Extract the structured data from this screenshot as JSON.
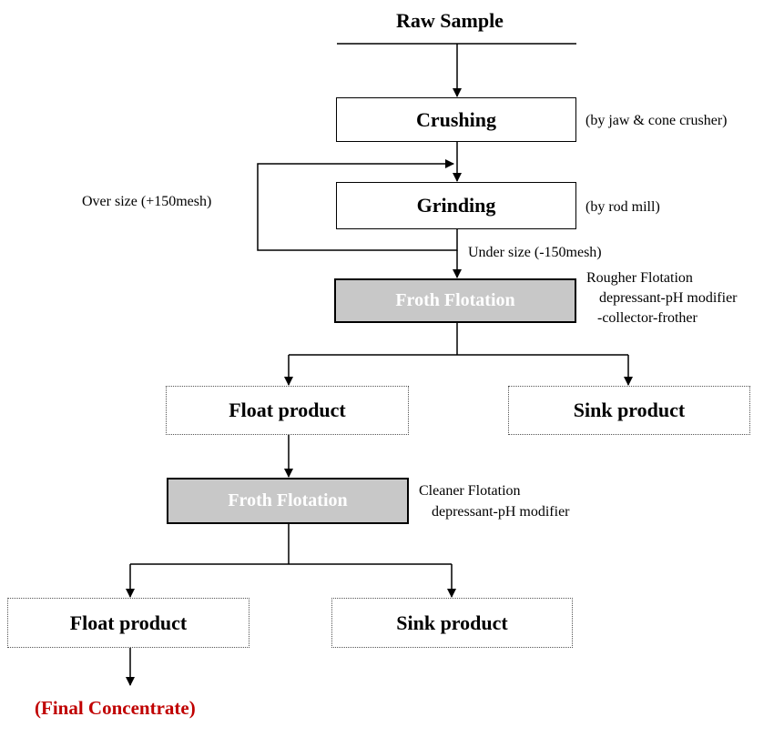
{
  "title": "Raw Sample",
  "steps": {
    "crushing": "Crushing",
    "grinding": "Grinding",
    "rougher_froth": "Froth  Flotation",
    "float_1": "Float product",
    "sink_1": "Sink product",
    "cleaner_froth": "Froth  Flotation",
    "float_2": "Float product",
    "sink_2": "Sink product"
  },
  "notes": {
    "crushing": "(by jaw & cone crusher)",
    "grinding": "(by rod mill)",
    "oversize": "Over size (+150mesh)",
    "undersize": "Under size (-150mesh)",
    "rougher": [
      "Rougher Flotation",
      "depressant-pH modifier",
      "-collector-frother"
    ],
    "cleaner": [
      "Cleaner Flotation",
      "depressant-pH modifier"
    ]
  },
  "final": "(Final Concentrate)",
  "colors": {
    "final": "#c00000",
    "flotation_fill": "#c8c8c8",
    "flotation_text": "#ffffff"
  }
}
